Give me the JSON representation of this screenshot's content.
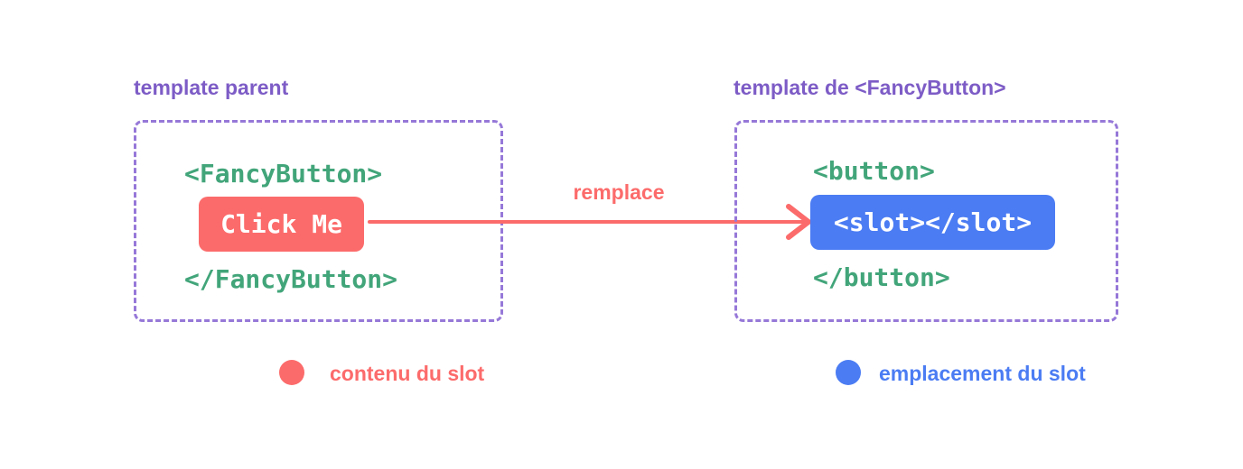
{
  "colors": {
    "red": "#fc6b6b",
    "blue": "#4b7cf3",
    "green": "#42a57a",
    "purple_heading": "#7d5cc6",
    "purple_border": "#9678d8",
    "white": "#ffffff",
    "background": "#ffffff"
  },
  "parent_panel": {
    "heading": "template parent",
    "open_tag": "<FancyButton>",
    "slot_content_label": "Click Me",
    "close_tag": "</FancyButton>"
  },
  "arrow": {
    "label": "remplace",
    "direction": "left-to-right"
  },
  "fancybutton_panel": {
    "heading": "template de <FancyButton>",
    "open_tag": "<button>",
    "slot_outlet_label": "<slot></slot>",
    "close_tag": "</button>"
  },
  "legend": {
    "items": [
      {
        "label": "contenu du slot",
        "color": "#fc6b6b"
      },
      {
        "label": "emplacement du slot",
        "color": "#4b7cf3"
      }
    ]
  }
}
